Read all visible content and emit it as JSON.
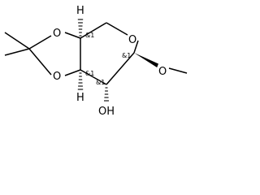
{
  "structure": {
    "atoms": {
      "O_dioxolane_top": "O",
      "O_dioxolane_bottom": "O",
      "O_ring": "O",
      "O_methoxy": "O",
      "OH_label": "OH",
      "H_top": "H",
      "H_bottom": "H"
    },
    "stereo_labels": {
      "c1": "&1",
      "c2": "&1",
      "c3": "&1",
      "c4": "&1"
    }
  }
}
